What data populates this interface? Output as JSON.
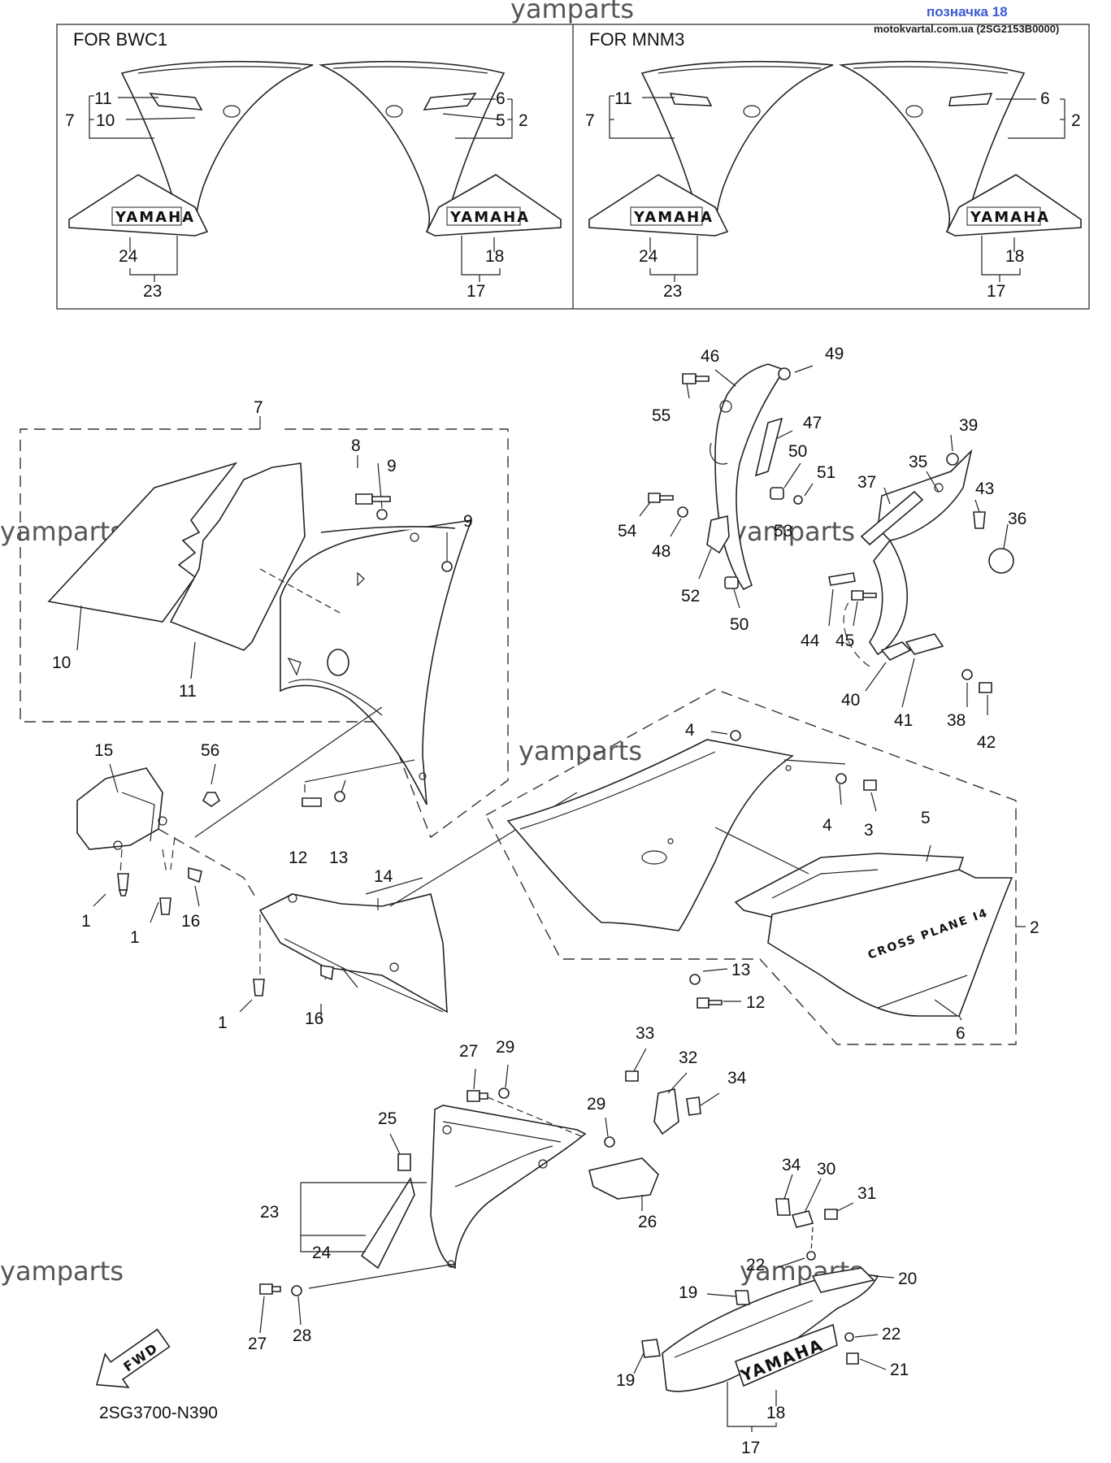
{
  "header": {
    "watermark": "yamparts",
    "badge": "позначка 18",
    "source": "motokvartal.com.ua (2SG2153B0000)"
  },
  "watermarks": [
    "yamparts",
    "yamparts",
    "yamparts",
    "yamparts",
    "yamparts"
  ],
  "inset_left": {
    "title": "FOR BWC1",
    "labels": [
      "11",
      "7",
      "10",
      "6",
      "5",
      "2",
      "24",
      "23",
      "18",
      "17"
    ]
  },
  "inset_right": {
    "title": "FOR MNM3",
    "labels": [
      "11",
      "7",
      "6",
      "2",
      "24",
      "23",
      "18",
      "17"
    ]
  },
  "decal_text": "YAMAHA",
  "stripe_text": "CROSS PLANE I4",
  "callouts": [
    "7",
    "8",
    "9",
    "9",
    "10",
    "11",
    "15",
    "56",
    "1",
    "1",
    "16",
    "12",
    "13",
    "14",
    "1",
    "16",
    "46",
    "49",
    "55",
    "47",
    "50",
    "51",
    "54",
    "48",
    "52",
    "50",
    "53",
    "39",
    "35",
    "37",
    "43",
    "36",
    "44",
    "45",
    "40",
    "41",
    "38",
    "42",
    "4",
    "4",
    "3",
    "5",
    "2",
    "6",
    "13",
    "12",
    "27",
    "29",
    "33",
    "32",
    "34",
    "25",
    "29",
    "26",
    "23",
    "24",
    "27",
    "28",
    "34",
    "30",
    "31",
    "22",
    "20",
    "19",
    "22",
    "21",
    "19",
    "18",
    "17"
  ],
  "fwd_label": "FWD",
  "diagram_code": "2SG3700-N390"
}
